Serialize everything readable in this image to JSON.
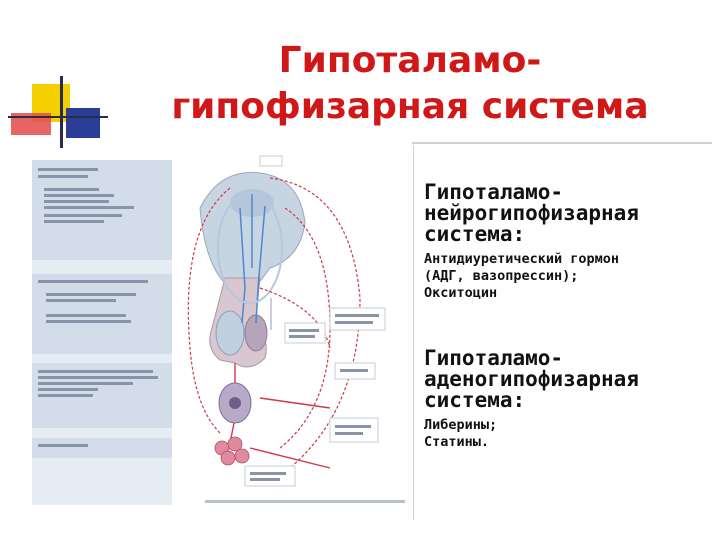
{
  "title": {
    "line1": "Гипоталамо-",
    "line2": "гипофизарная система"
  },
  "sections": [
    {
      "heading": [
        "Гипоталамо-",
        "нейрогипофизарная",
        "система:"
      ],
      "items": [
        "Антидиуретический гормон",
        "(АДГ, вазопрессин);",
        "Окситоцин"
      ]
    },
    {
      "heading": [
        "Гипоталамо-",
        "аденогипофизарная",
        "система:"
      ],
      "items": [
        "Либерины;",
        "Статины."
      ]
    }
  ],
  "colors": {
    "title": "#d01818",
    "deco_yellow": "#f5d000",
    "deco_red": "#e0282e",
    "deco_blue": "#2a3e98",
    "diagram_arrow": "#d03848",
    "diagram_panel": "#d9e2ee"
  }
}
